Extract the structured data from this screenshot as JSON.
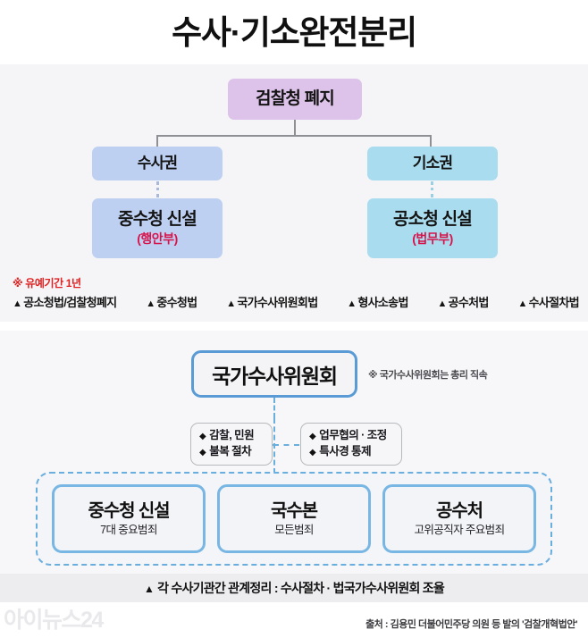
{
  "header": {
    "title": "수사·기소완전분리"
  },
  "diagram_top": {
    "root": {
      "label": "검찰청 폐지",
      "color": "#ddc3e9"
    },
    "branches": [
      {
        "power_label": "수사권",
        "power_color": "#bed0f2",
        "agency_label": "중수청 신설",
        "agency_ministry": "(행안부)",
        "agency_color": "#bed0f2"
      },
      {
        "power_label": "기소권",
        "power_color": "#a9dcee",
        "agency_label": "공소청 신설",
        "agency_ministry": "(법무부)",
        "agency_color": "#a9dcee"
      }
    ]
  },
  "legend": {
    "note": "※ 유예기간 1년",
    "note_color": "#e02020",
    "marker": "▲",
    "items": [
      "공소청법/검찰청폐지",
      "중수청법",
      "국가수사위원회법",
      "형사소송법",
      "공수처법",
      "수사절차법"
    ]
  },
  "diagram_bottom": {
    "committee": {
      "label": "국가수사위원회",
      "border_color": "#5b9bd5"
    },
    "committee_note": "※ 국가수사위원회는 총리 직속",
    "function_boxes": [
      {
        "bullet": "◆",
        "rows": [
          "감찰, 민원",
          "불복 절차"
        ]
      },
      {
        "bullet": "◆",
        "rows": [
          "업무협의 · 조정",
          "특사경 통제"
        ]
      }
    ],
    "agencies": [
      {
        "name": "중수청 신설",
        "scope": "7대 중요범죄"
      },
      {
        "name": "국수본",
        "scope": "모든범죄"
      },
      {
        "name": "공수처",
        "scope": "고위공직자 주요범죄"
      }
    ]
  },
  "footer": {
    "marker": "▲",
    "caption": "각 수사기관간 관계정리 : 수사절차 · 법국가수사위원회 조율",
    "watermark": "아이뉴스24",
    "source": "출처 : 김용민 더불어민주당 의원 등 발의 '검찰개혁법안'"
  }
}
